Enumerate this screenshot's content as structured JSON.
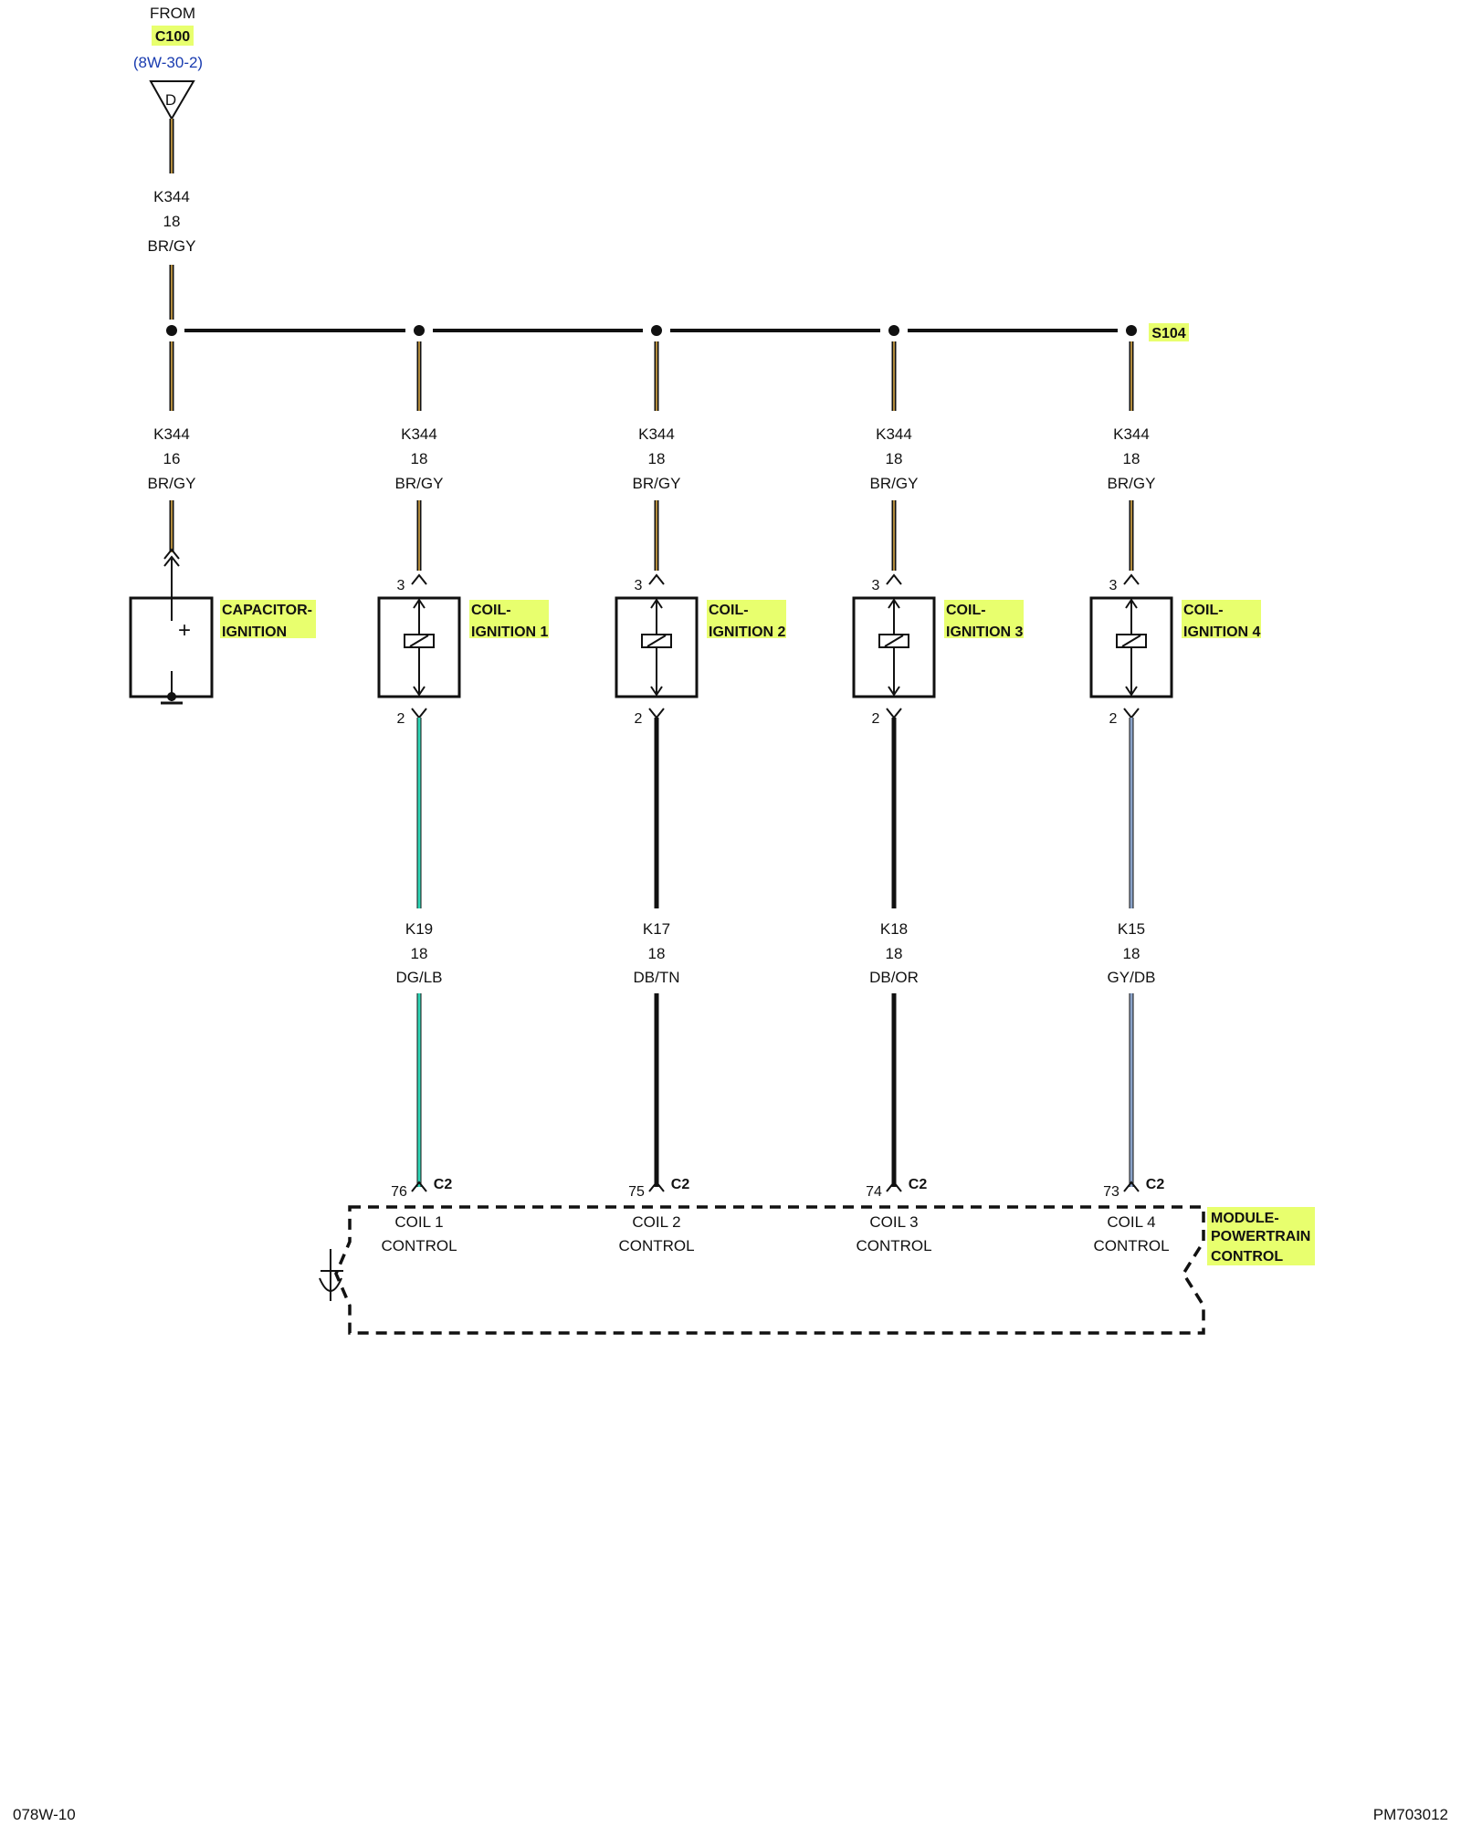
{
  "colors": {
    "highlight": "#e8ff6e",
    "br_gy_wire": "#b08a3c",
    "dg_lb_wire": "#2fd6b6",
    "gy_db_wire": "#8aa2c8",
    "ref_link": "#1a3cb0"
  },
  "source": {
    "from_label": "FROM",
    "connector": "C100",
    "page_ref": "(8W-30-2)",
    "pin": "D"
  },
  "feed_wire": {
    "circuit": "K344",
    "gauge": "18",
    "color": "BR/GY"
  },
  "splice": {
    "name": "S104"
  },
  "capacitor": {
    "wire": {
      "circuit": "K344",
      "gauge": "16",
      "color": "BR/GY"
    },
    "name_line1": "CAPACITOR-",
    "name_line2": "IGNITION",
    "plus_symbol": "+"
  },
  "coils": [
    {
      "feed": {
        "circuit": "K344",
        "gauge": "18",
        "color": "BR/GY"
      },
      "pin_top": "3",
      "pin_bottom": "2",
      "name_line1": "COIL-",
      "name_line2": "IGNITION 1",
      "control": {
        "circuit": "K19",
        "gauge": "18",
        "color": "DG/LB"
      },
      "pcm_pin": "76",
      "pcm_connector": "C2",
      "pcm_label_line1": "COIL 1",
      "pcm_label_line2": "CONTROL",
      "wire_color": "#2fd6b6"
    },
    {
      "feed": {
        "circuit": "K344",
        "gauge": "18",
        "color": "BR/GY"
      },
      "pin_top": "3",
      "pin_bottom": "2",
      "name_line1": "COIL-",
      "name_line2": "IGNITION 2",
      "control": {
        "circuit": "K17",
        "gauge": "18",
        "color": "DB/TN"
      },
      "pcm_pin": "75",
      "pcm_connector": "C2",
      "pcm_label_line1": "COIL 2",
      "pcm_label_line2": "CONTROL",
      "wire_color": "#111111"
    },
    {
      "feed": {
        "circuit": "K344",
        "gauge": "18",
        "color": "BR/GY"
      },
      "pin_top": "3",
      "pin_bottom": "2",
      "name_line1": "COIL-",
      "name_line2": "IGNITION 3",
      "control": {
        "circuit": "K18",
        "gauge": "18",
        "color": "DB/OR"
      },
      "pcm_pin": "74",
      "pcm_connector": "C2",
      "pcm_label_line1": "COIL 3",
      "pcm_label_line2": "CONTROL",
      "wire_color": "#111111"
    },
    {
      "feed": {
        "circuit": "K344",
        "gauge": "18",
        "color": "BR/GY"
      },
      "pin_top": "3",
      "pin_bottom": "2",
      "name_line1": "COIL-",
      "name_line2": "IGNITION 4",
      "control": {
        "circuit": "K15",
        "gauge": "18",
        "color": "GY/DB"
      },
      "pcm_pin": "73",
      "pcm_connector": "C2",
      "pcm_label_line1": "COIL 4",
      "pcm_label_line2": "CONTROL",
      "wire_color": "#8aa2c8"
    }
  ],
  "module": {
    "name_line1": "MODULE-",
    "name_line2": "POWERTRAIN",
    "name_line3": "CONTROL"
  },
  "footer": {
    "left_code": "078W-10",
    "right_code": "PM703012"
  }
}
